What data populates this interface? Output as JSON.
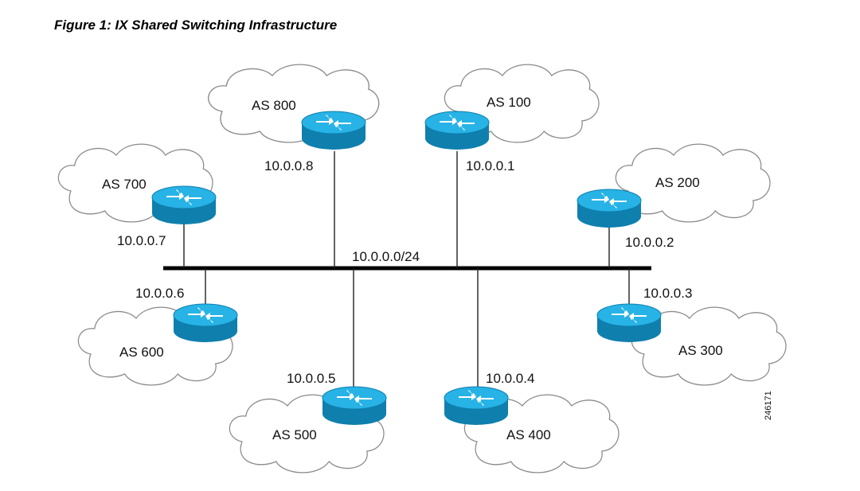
{
  "caption": "Figure 1: IX Shared Switching Infrastructure",
  "network_label": "10.0.0.0/24",
  "figure_id": "246171",
  "colors": {
    "router": "#1fa3d6",
    "router_dark": "#0f7fae",
    "router_top": "#27b3e6",
    "bus": "#000000",
    "cloud_stroke": "#8a8a8a"
  },
  "nodes": [
    {
      "id": "as800",
      "as_label": "AS 800",
      "ip": "10.0.0.8"
    },
    {
      "id": "as100",
      "as_label": "AS 100",
      "ip": "10.0.0.1"
    },
    {
      "id": "as700",
      "as_label": "AS 700",
      "ip": "10.0.0.7"
    },
    {
      "id": "as200",
      "as_label": "AS 200",
      "ip": "10.0.0.2"
    },
    {
      "id": "as600",
      "as_label": "AS 600",
      "ip": "10.0.0.6"
    },
    {
      "id": "as300",
      "as_label": "AS 300",
      "ip": "10.0.0.3"
    },
    {
      "id": "as500",
      "as_label": "AS 500",
      "ip": "10.0.0.5"
    },
    {
      "id": "as400",
      "as_label": "AS 400",
      "ip": "10.0.0.4"
    }
  ]
}
